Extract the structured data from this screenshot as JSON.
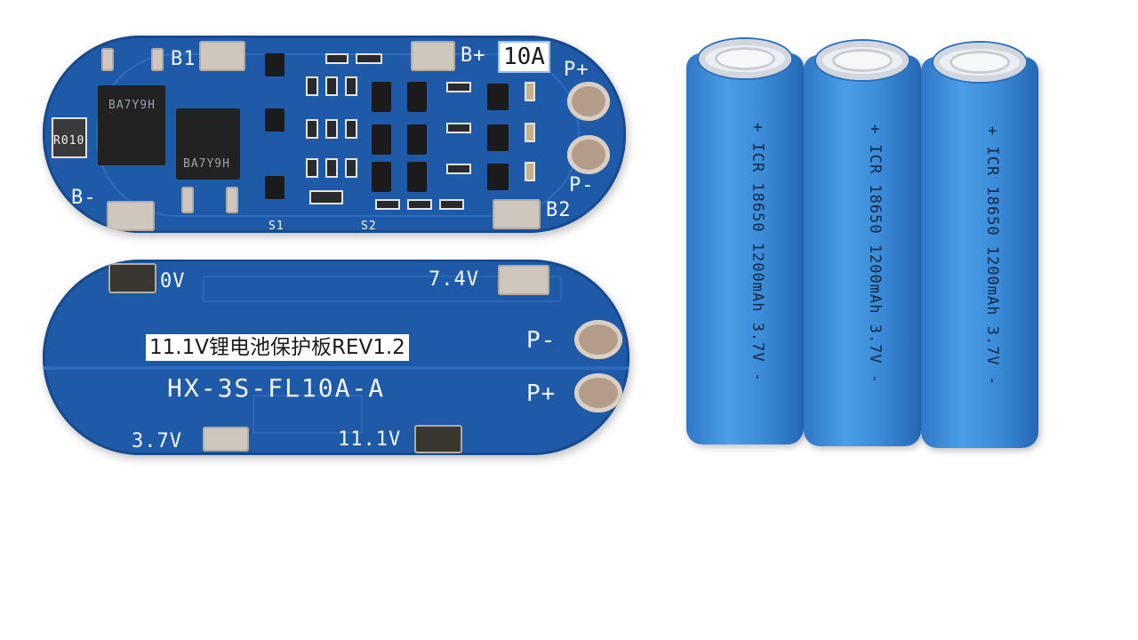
{
  "board_top": {
    "labels": {
      "b1": "B1",
      "b_plus": "B+",
      "current": "10A",
      "p_plus": "P+",
      "p_minus": "P-",
      "b_minus": "B-",
      "b2": "B2",
      "s1": "S1",
      "s2": "S2",
      "resistor": "R010",
      "mosfet_1": "BA7Y9H",
      "mosfet_2": "BA7Y9H"
    }
  },
  "board_bottom": {
    "labels": {
      "v0": "0V",
      "v74": "7.4V",
      "title": "11.1V锂电池保护板REV1.2",
      "model": "HX-3S-FL10A-A",
      "p_minus": "P-",
      "p_plus": "P+",
      "v37": "3.7V",
      "v111": "11.1V"
    }
  },
  "cells": [
    {
      "marking": "+ ICR 18650 1200mAh 3.7V -"
    },
    {
      "marking": "+ ICR 18650 1200mAh 3.7V -"
    },
    {
      "marking": "+ ICR 18650 1200mAh 3.7V -"
    }
  ],
  "colors": {
    "pcb": "#1f5aa8",
    "cell_wrap": "#3b8bd8",
    "background": "#ffffff"
  }
}
